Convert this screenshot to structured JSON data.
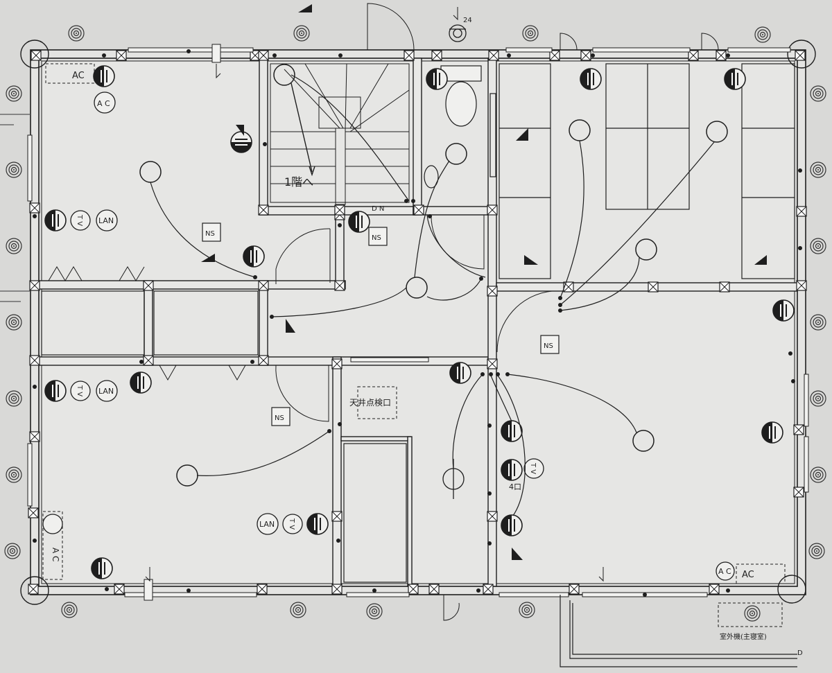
{
  "colors": {
    "paper": "#d9d9d7",
    "ink": "#1e1e1e",
    "wall_fill": "#e8e8e6"
  },
  "labels": {
    "ac_top_left": "AC",
    "ac_circle_top_left": "A C",
    "ac_vertical_left": "A C",
    "ac_bottom_right": "AC",
    "ac_circle_bottom_right": "A C",
    "stairs_down": "1階へ",
    "dn": "D N",
    "dim_24": "24",
    "ns_1": "NS",
    "ns_2": "NS",
    "ns_3": "NS",
    "ns_4": "NS",
    "lan_1": "LAN",
    "lan_2": "LAN",
    "lan_3": "LAN",
    "tv_1": "T V",
    "tv_2": "T V",
    "tv_3": "T V",
    "tv_4": "T V",
    "ceiling_hatch": "天井点検口",
    "four_outlet": "4口",
    "outdoor_unit": "室外機(主寝室)",
    "edge_mark": "D"
  },
  "icons": [
    "outlet-icon",
    "light-fixture-icon",
    "switch-icon",
    "column-marker-icon",
    "door-swing-icon",
    "dimension-target-icon"
  ]
}
